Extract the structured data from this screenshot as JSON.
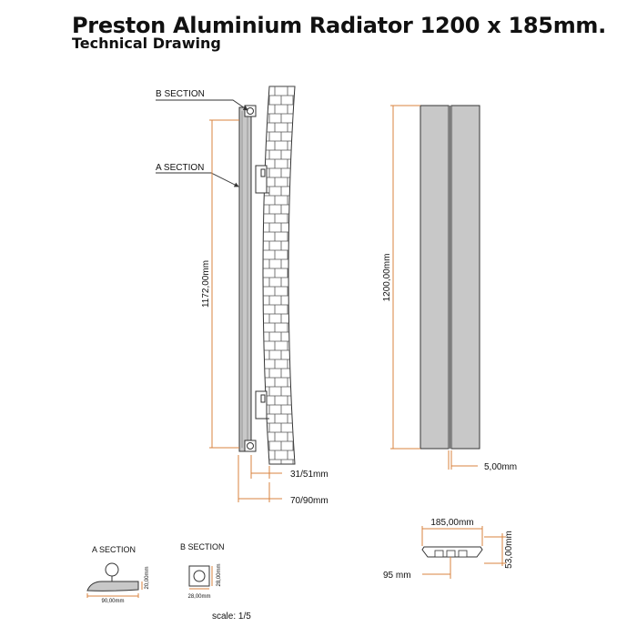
{
  "header": {
    "title": "Preston Aluminium Radiator 1200 x 185mm.",
    "subtitle": "Technical Drawing"
  },
  "labels": {
    "b_section_callout": "B SECTION",
    "a_section_callout": "A SECTION",
    "height_centres": "1172,00mm",
    "height_total": "1200,00mm",
    "wall_gap": "31/51mm",
    "depth": "70/90mm",
    "gap_between": "5,00mm",
    "width": "185,00mm",
    "plan_height": "53,00mm",
    "pipe_offset": "95 mm",
    "a_section_title": "A SECTION",
    "a_section_width": "90,00mm",
    "a_section_height": "20,00mm",
    "b_section_title": "B SECTION",
    "b_section_width": "28,00mm",
    "b_section_height": "28,00mm",
    "scale": "scale: 1/5"
  },
  "colors": {
    "dimension": "#d9833f",
    "panel_fill": "#c8c8c8",
    "outline": "#333333"
  }
}
